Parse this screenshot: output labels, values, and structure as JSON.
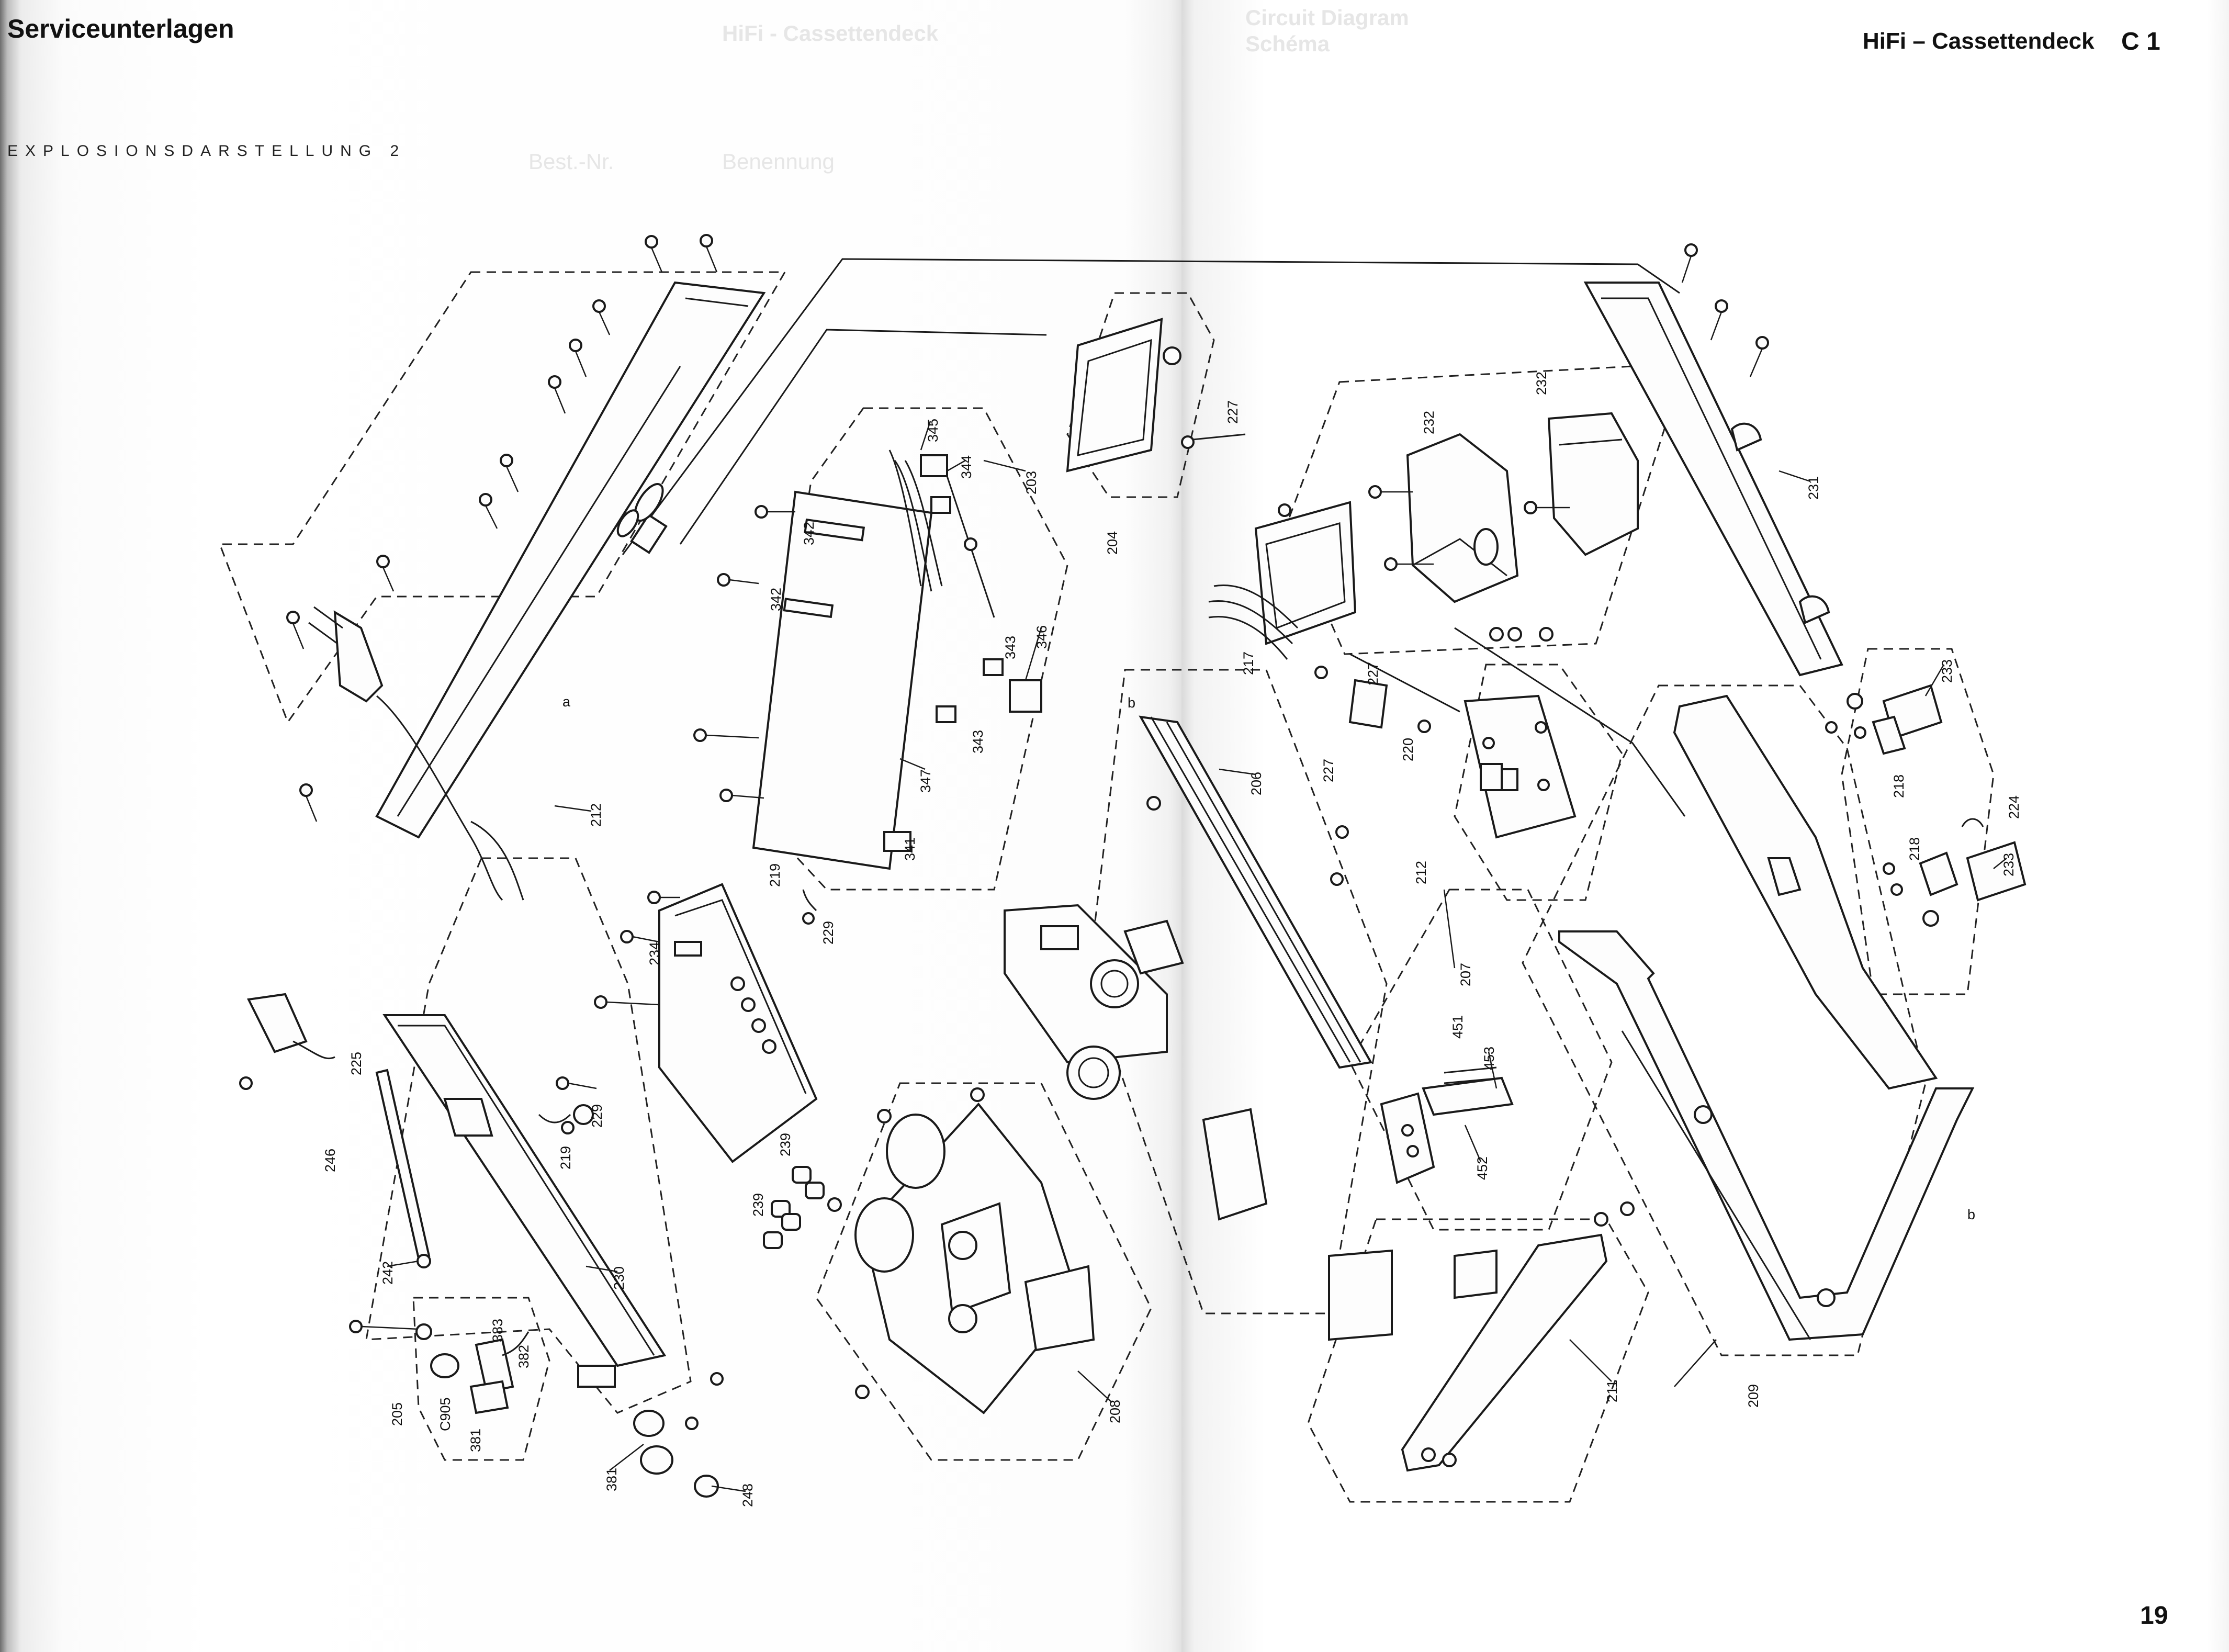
{
  "header": {
    "left_title": "Serviceunterlagen",
    "subtitle": "EXPLOSIONSDARSTELLUNG 2",
    "right_title": "HiFi – Cassettendeck",
    "model": "C 1"
  },
  "page_number": "19",
  "show_through": {
    "title_1": "HiFi - Cassettendeck",
    "title_2": "Circuit Diagram",
    "title_3": "Schéma",
    "col_1": "Best.-Nr.",
    "col_2": "Benennung"
  },
  "callouts": {
    "c212a": "212",
    "c212b": "212",
    "c203": "203",
    "c345": "345",
    "c344": "344",
    "c342a": "342",
    "c342b": "342",
    "c343a": "343",
    "c343b": "343",
    "c346": "346",
    "c347": "347",
    "c341": "341",
    "c204": "204",
    "c227a": "227",
    "c227b": "227",
    "c227c": "227",
    "c232a": "232",
    "c232b": "232",
    "c231": "231",
    "c217": "217",
    "c220": "220",
    "c206": "206",
    "c219a": "219",
    "c219b": "219",
    "c229a": "229",
    "c229b": "229",
    "c234": "234",
    "c225": "225",
    "c246": "246",
    "c242": "242",
    "c230": "230",
    "c239a": "239",
    "c239b": "239",
    "c205": "205",
    "c905": "C905",
    "c381a": "381",
    "c381b": "381",
    "c382": "382",
    "c383": "383",
    "c248": "248",
    "c208": "208",
    "c207": "207",
    "c451": "451",
    "c453": "453",
    "c452": "452",
    "c211": "211",
    "c209": "209",
    "c233a": "233",
    "c233b": "233",
    "c218a": "218",
    "c218b": "218",
    "c224": "224",
    "ca": "a",
    "cb1": "b",
    "cb2": "b"
  }
}
